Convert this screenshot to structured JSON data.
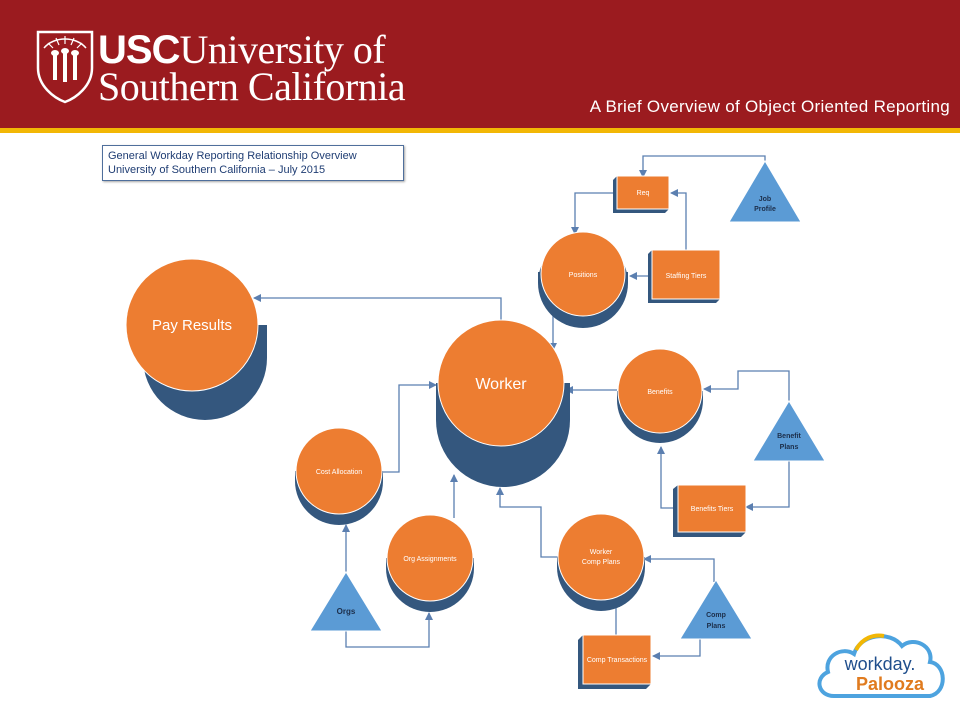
{
  "header": {
    "logo_usc": "USC",
    "logo_line1": "University of",
    "logo_line2": "Southern California",
    "subtitle": "A Brief Overview of Object Oriented Reporting"
  },
  "info_box": {
    "line1": "General Workday Reporting Relationship Overview",
    "line2": "University of Southern California – July 2015"
  },
  "nodes": {
    "pay_results": "Pay Results",
    "worker": "Worker",
    "positions": "Positions",
    "req": "Req",
    "job_profile": [
      "Job",
      "Profile"
    ],
    "staffing_tiers": "Staffing Tiers",
    "benefits": "Benefits",
    "benefit_plans": [
      "Benefit",
      "Plans"
    ],
    "benefits_tiers": "Benefits Tiers",
    "cost_allocation": "Cost Allocation",
    "org_assignments": "Org Assignments",
    "orgs": "Orgs",
    "worker_comp_plans": [
      "Worker",
      "Comp Plans"
    ],
    "comp_plans": [
      "Comp",
      "Plans"
    ],
    "comp_transactions": "Comp Transactions"
  },
  "workday_logo": {
    "line1": "workday.",
    "line2": "Palooza"
  },
  "colors": {
    "header_red": "#9b1b1f",
    "gold_rule": "#f2b705",
    "node_orange": "#ed7d31",
    "node_shadow": "#34577e",
    "triangle_blue": "#5b9bd5",
    "arrow": "#5b7fb0"
  }
}
